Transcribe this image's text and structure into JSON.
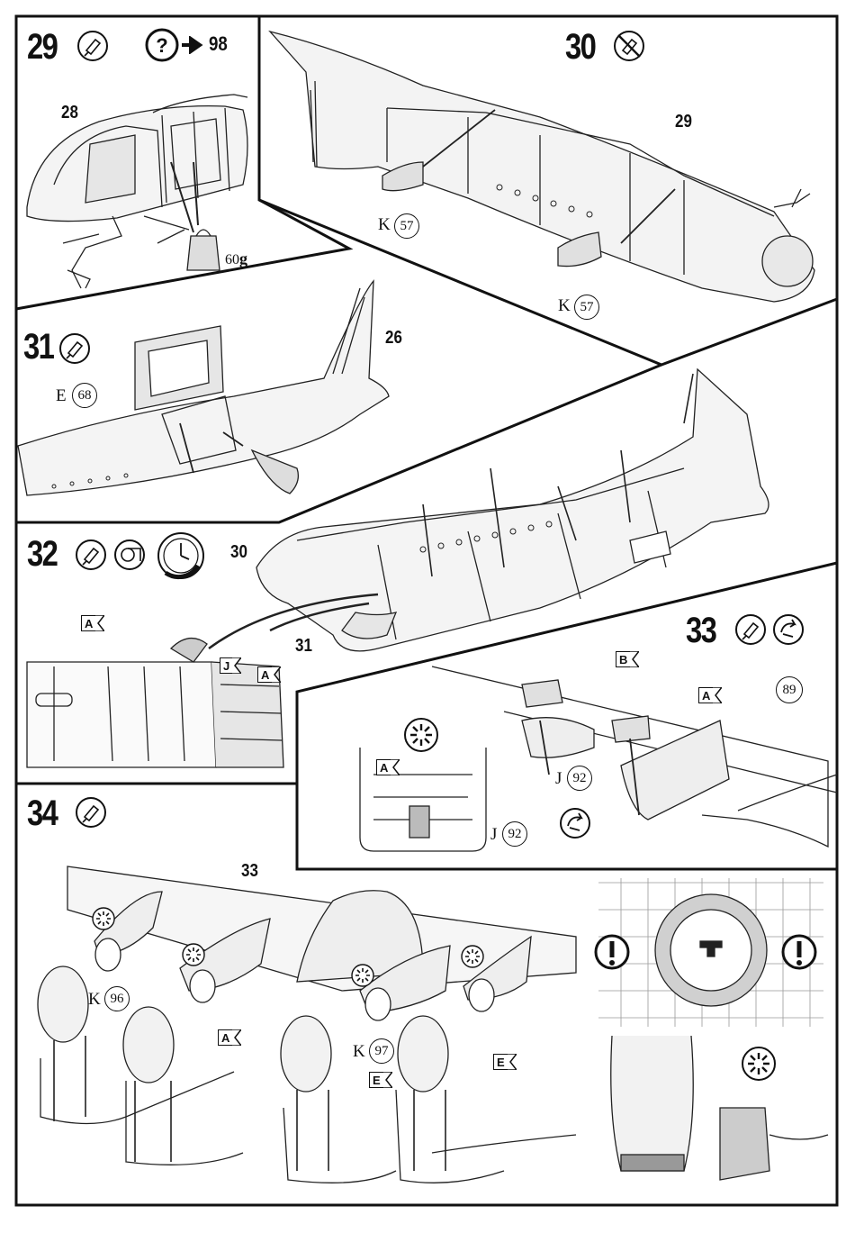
{
  "steps": [
    {
      "number": "29",
      "icons": [
        "glue-icon"
      ],
      "ref_icon": "question-icon",
      "ref_text": "98",
      "callouts": {
        "part": "28",
        "weight": "60",
        "weight_unit": "g"
      }
    },
    {
      "number": "30",
      "icons": [
        "no-glue-icon"
      ],
      "callouts": {
        "part": "29",
        "sprue_a": "K",
        "part_a": "57",
        "sprue_b": "K",
        "part_b": "57"
      }
    },
    {
      "number": "31",
      "icons": [
        "glue-icon"
      ],
      "callouts": {
        "part": "26",
        "sprue": "E",
        "part_num": "68"
      }
    },
    {
      "number": "32",
      "icons": [
        "glue-icon",
        "tape-icon",
        "clock-icon"
      ],
      "callouts": {
        "part_a": "30",
        "part_b": "31",
        "color_a": "A",
        "color_j": "J",
        "color_a2": "A"
      }
    },
    {
      "number": "33",
      "icons": [
        "glue-icon",
        "rotate-icon"
      ],
      "callouts": {
        "color_b": "B",
        "color_a": "A",
        "part": "89",
        "sprue": "J",
        "part_num": "92",
        "sprue2": "J",
        "part_num2": "92",
        "color_a2": "A"
      }
    },
    {
      "number": "34",
      "icons": [
        "glue-icon"
      ],
      "callouts": {
        "part": "33",
        "sprue_k": "K",
        "part_k": "96",
        "color_a": "A",
        "sprue_k2": "K",
        "part_k2": "97",
        "color_e": "E",
        "color_e2": "E"
      }
    }
  ]
}
